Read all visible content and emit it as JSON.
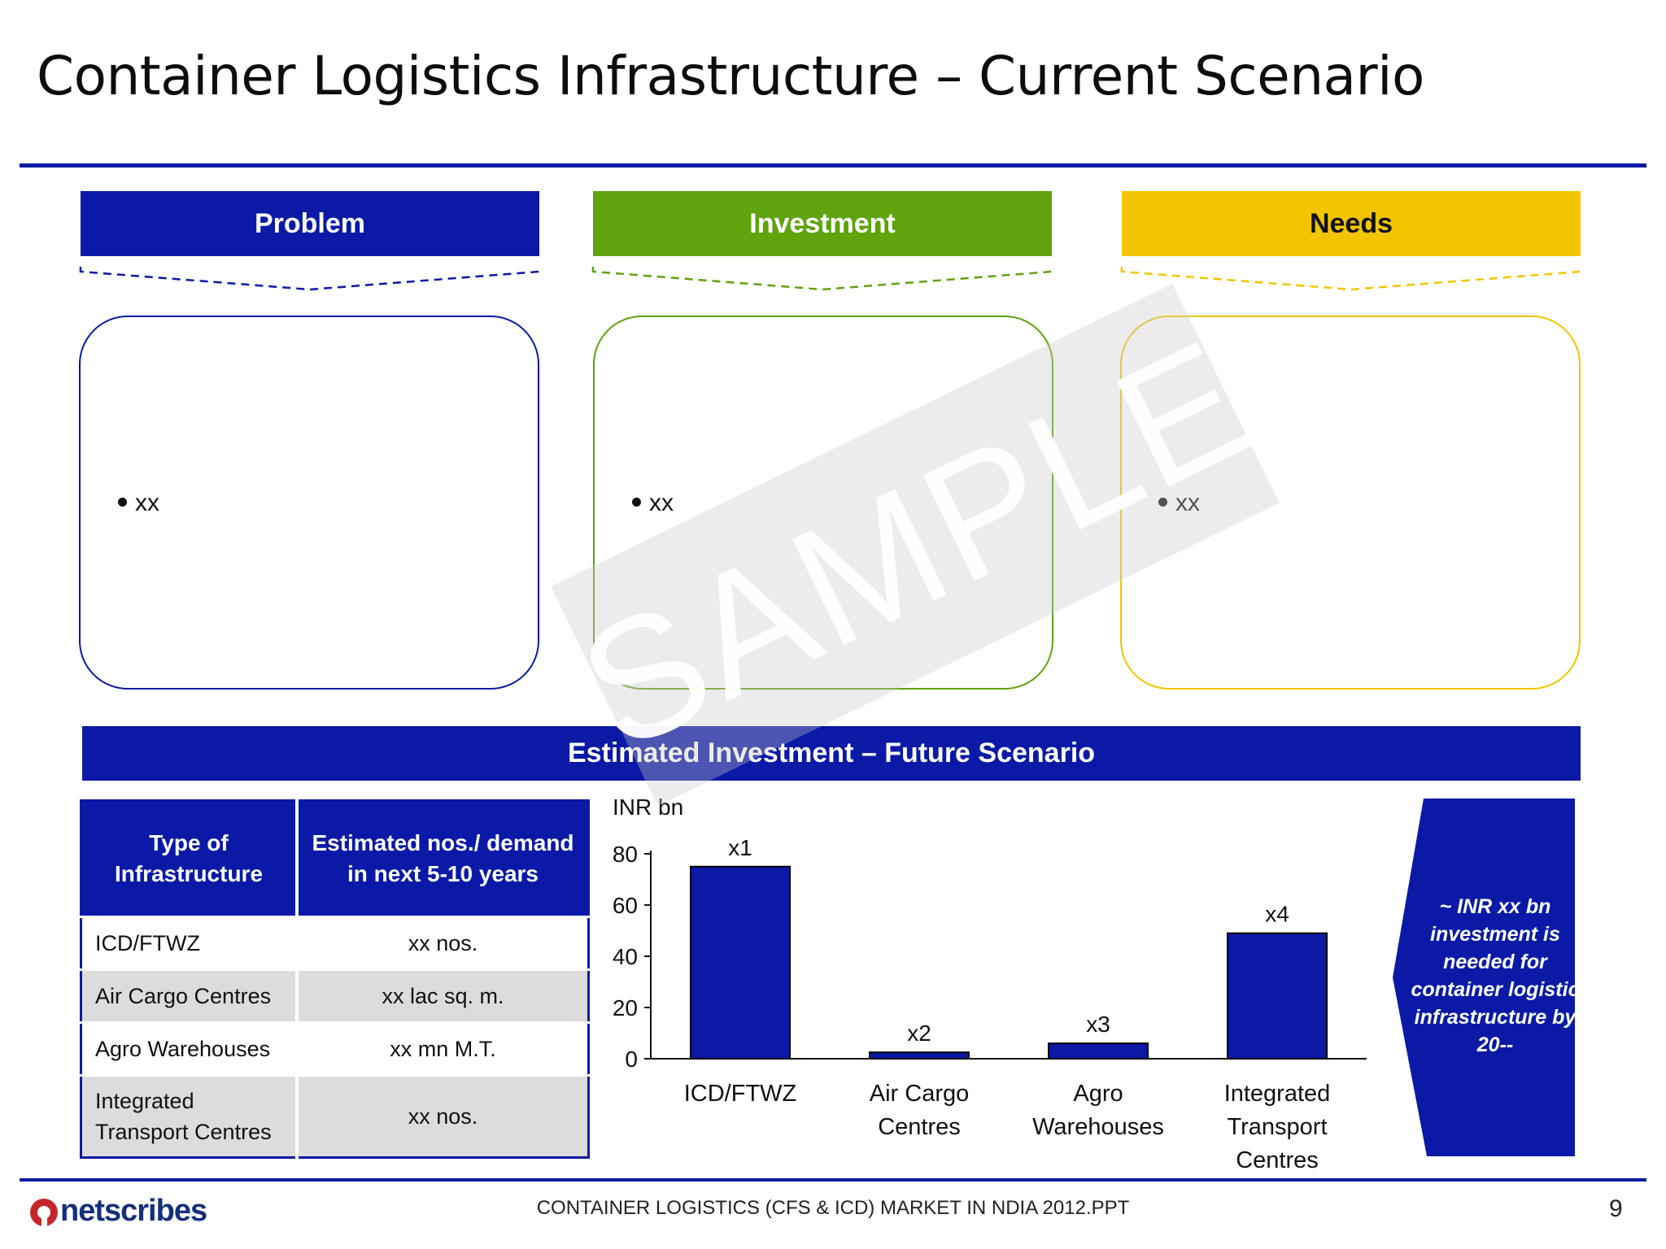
{
  "title": "Container Logistics Infrastructure – Current Scenario",
  "columns": [
    {
      "header": "Problem",
      "bullet": "xx",
      "color": "#0a1aa6"
    },
    {
      "header": "Investment",
      "bullet": "xx",
      "color": "#5fa30d"
    },
    {
      "header": "Needs",
      "bullet": "xx",
      "color": "#f2c500"
    }
  ],
  "band": "Estimated Investment – Future Scenario",
  "table": {
    "headers": [
      "Type of Infrastructure",
      "Estimated nos./ demand in next 5-10 years"
    ],
    "rows": [
      [
        "ICD/FTWZ",
        "xx nos."
      ],
      [
        "Air Cargo Centres",
        "xx lac sq. m."
      ],
      [
        "Agro Warehouses",
        "xx mn M.T."
      ],
      [
        "Integrated Transport Centres",
        "xx nos."
      ]
    ]
  },
  "chart_data": {
    "type": "bar",
    "ylabel": "INR bn",
    "ylim": [
      0,
      80
    ],
    "yticks": [
      0,
      20,
      40,
      60,
      80
    ],
    "categories": [
      "ICD/FTWZ",
      "Air Cargo Centres",
      "Agro Warehouses",
      "Integrated Transport Centres"
    ],
    "category_lines": [
      [
        "ICD/FTWZ"
      ],
      [
        "Air Cargo",
        "Centres"
      ],
      [
        "Agro",
        "Warehouses"
      ],
      [
        "Integrated",
        "Transport",
        "Centres"
      ]
    ],
    "values": [
      75,
      2.5,
      6,
      49
    ],
    "data_labels": [
      "x1",
      "x2",
      "x3",
      "x4"
    ],
    "bar_color": "#0a1aa6"
  },
  "callout": "~ INR xx bn investment is needed for container logistic infrastructure by 20--",
  "watermark": "SAMPLE",
  "logo": "netscribes",
  "footer": "CONTAINER LOGISTICS (CFS & ICD) MARKET IN NDIA 2012.PPT",
  "page_number": "9"
}
